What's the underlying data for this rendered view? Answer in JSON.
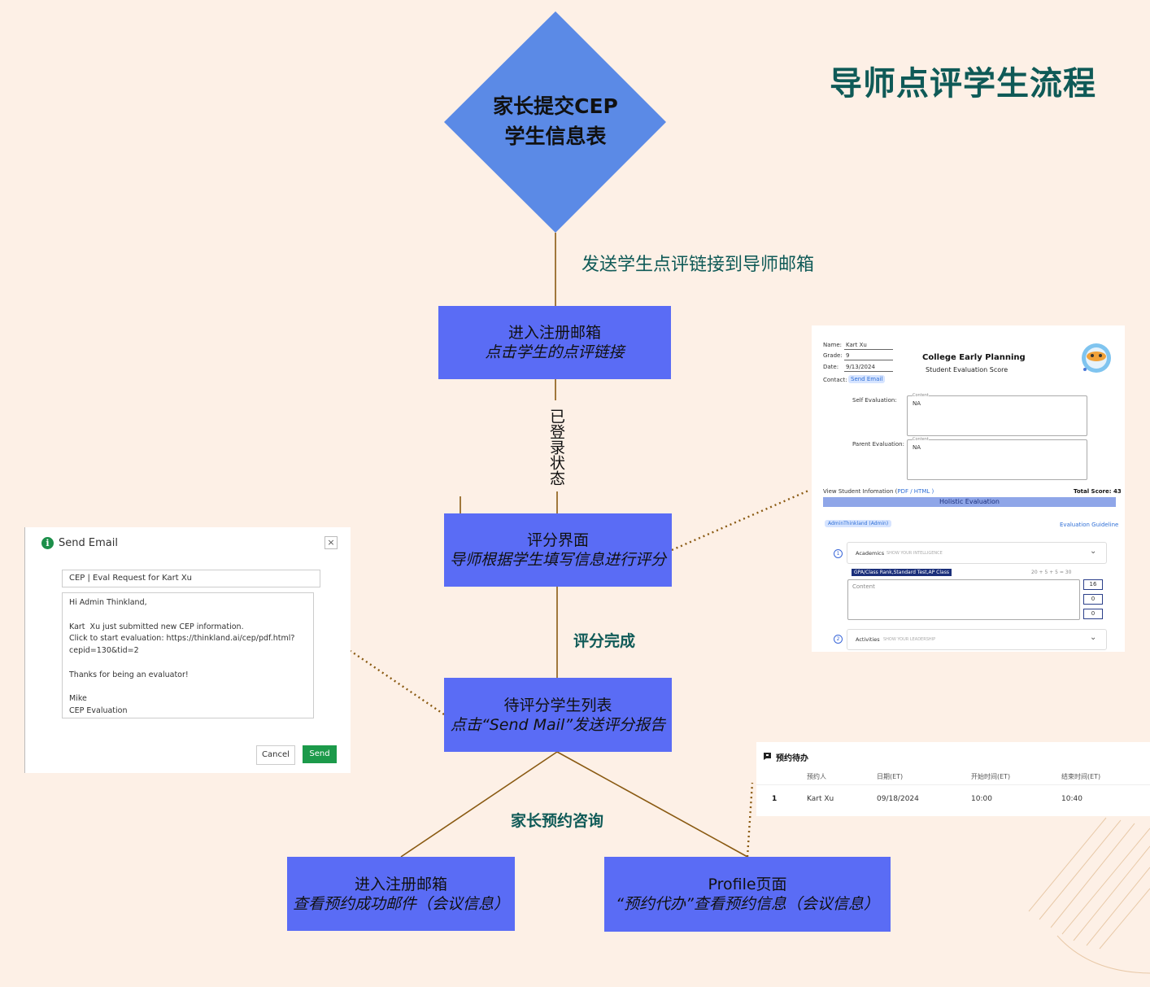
{
  "title": "导师点评学生流程",
  "diamond": {
    "line1": "家长提交CEP",
    "line2": "学生信息表"
  },
  "edge_labels": {
    "send_link": "发送学生点评链接到导师邮箱",
    "logged_in": "已登录状态",
    "scoring_done": "评分完成",
    "parent_booking": "家长预约咨询"
  },
  "boxes": {
    "login_mailbox": {
      "line1": "进入注册邮箱",
      "line2": "点击学生的点评链接"
    },
    "scoring_page": {
      "line1": "评分界面",
      "line2": "导师根据学生填写信息进行评分"
    },
    "pending_list": {
      "line1": "待评分学生列表",
      "line2": "点击“Send Mail”发送评分报告"
    },
    "parent_mailbox": {
      "line1": "进入注册邮箱",
      "line2": "查看预约成功邮件（会议信息）"
    },
    "profile_page": {
      "line1": "Profile页面",
      "line2": "“预约代办”查看预约信息（会议信息）"
    }
  },
  "send_email": {
    "title": "Send Email",
    "close": "×",
    "subject": "CEP | Eval Request for Kart  Xu",
    "body": "Hi Admin Thinkland,\n\nKart  Xu just submitted new CEP information.\nClick to start evaluation: https://thinkland.ai/cep/pdf.html?\ncepid=130&tid=2\n\nThanks for being an evaluator!\n\nMike\nCEP Evaluation",
    "cancel": "Cancel",
    "send": "Send"
  },
  "eval_form": {
    "name_label": "Name:",
    "name": "Kart  Xu",
    "grade_label": "Grade:",
    "grade": "9",
    "date_label": "Date:",
    "date": "9/13/2024",
    "contact_label": "Contact:",
    "contact_btn": "Send Email",
    "heading": "College Early Planning",
    "subheading": "Student Evaluation Score",
    "self_eval_label": "Self Evaluation:",
    "parent_eval_label": "Parent Evaluation:",
    "content_caption": "Content",
    "na": "NA",
    "view_info": "View Student Infomation (",
    "pdf": "PDF",
    "slash": " / ",
    "html": "HTML",
    "close_paren": " )",
    "total_score": "Total Score: 43",
    "holistic": "Holistic Evaluation",
    "admin_chip": "AdminThinkland (Admin)",
    "guideline": "Evaluation Guideline",
    "section1_num": "1",
    "section1_title": "Academics",
    "section1_sub": "SHOW YOUR INTELLIGENCE",
    "section1_tag": "GPA/Class Rank,Standard Test,AP Class",
    "section1_formula": "20 + 5 + 5 = 30",
    "content_placeholder": "Content",
    "scores": [
      "16",
      "0",
      "0"
    ],
    "section2_num": "2",
    "section2_title": "Activities",
    "section2_sub": "SHOW YOUR LEADERSHIP",
    "chevron": "⌄"
  },
  "appointments": {
    "title": "预约待办",
    "headers": [
      "预约人",
      "日期(ET)",
      "开始时间(ET)",
      "结束时间(ET)"
    ],
    "row": {
      "index": "1",
      "person": "Kart Xu",
      "date": "09/18/2024",
      "start": "10:00",
      "end": "10:40"
    }
  },
  "colors": {
    "background": "#fdf0e6",
    "title": "#0f5a57",
    "diamond": "#5b8ae6",
    "box": "#5a6cf5",
    "connector": "#8a5a12",
    "send_button": "#1c9a4a"
  }
}
